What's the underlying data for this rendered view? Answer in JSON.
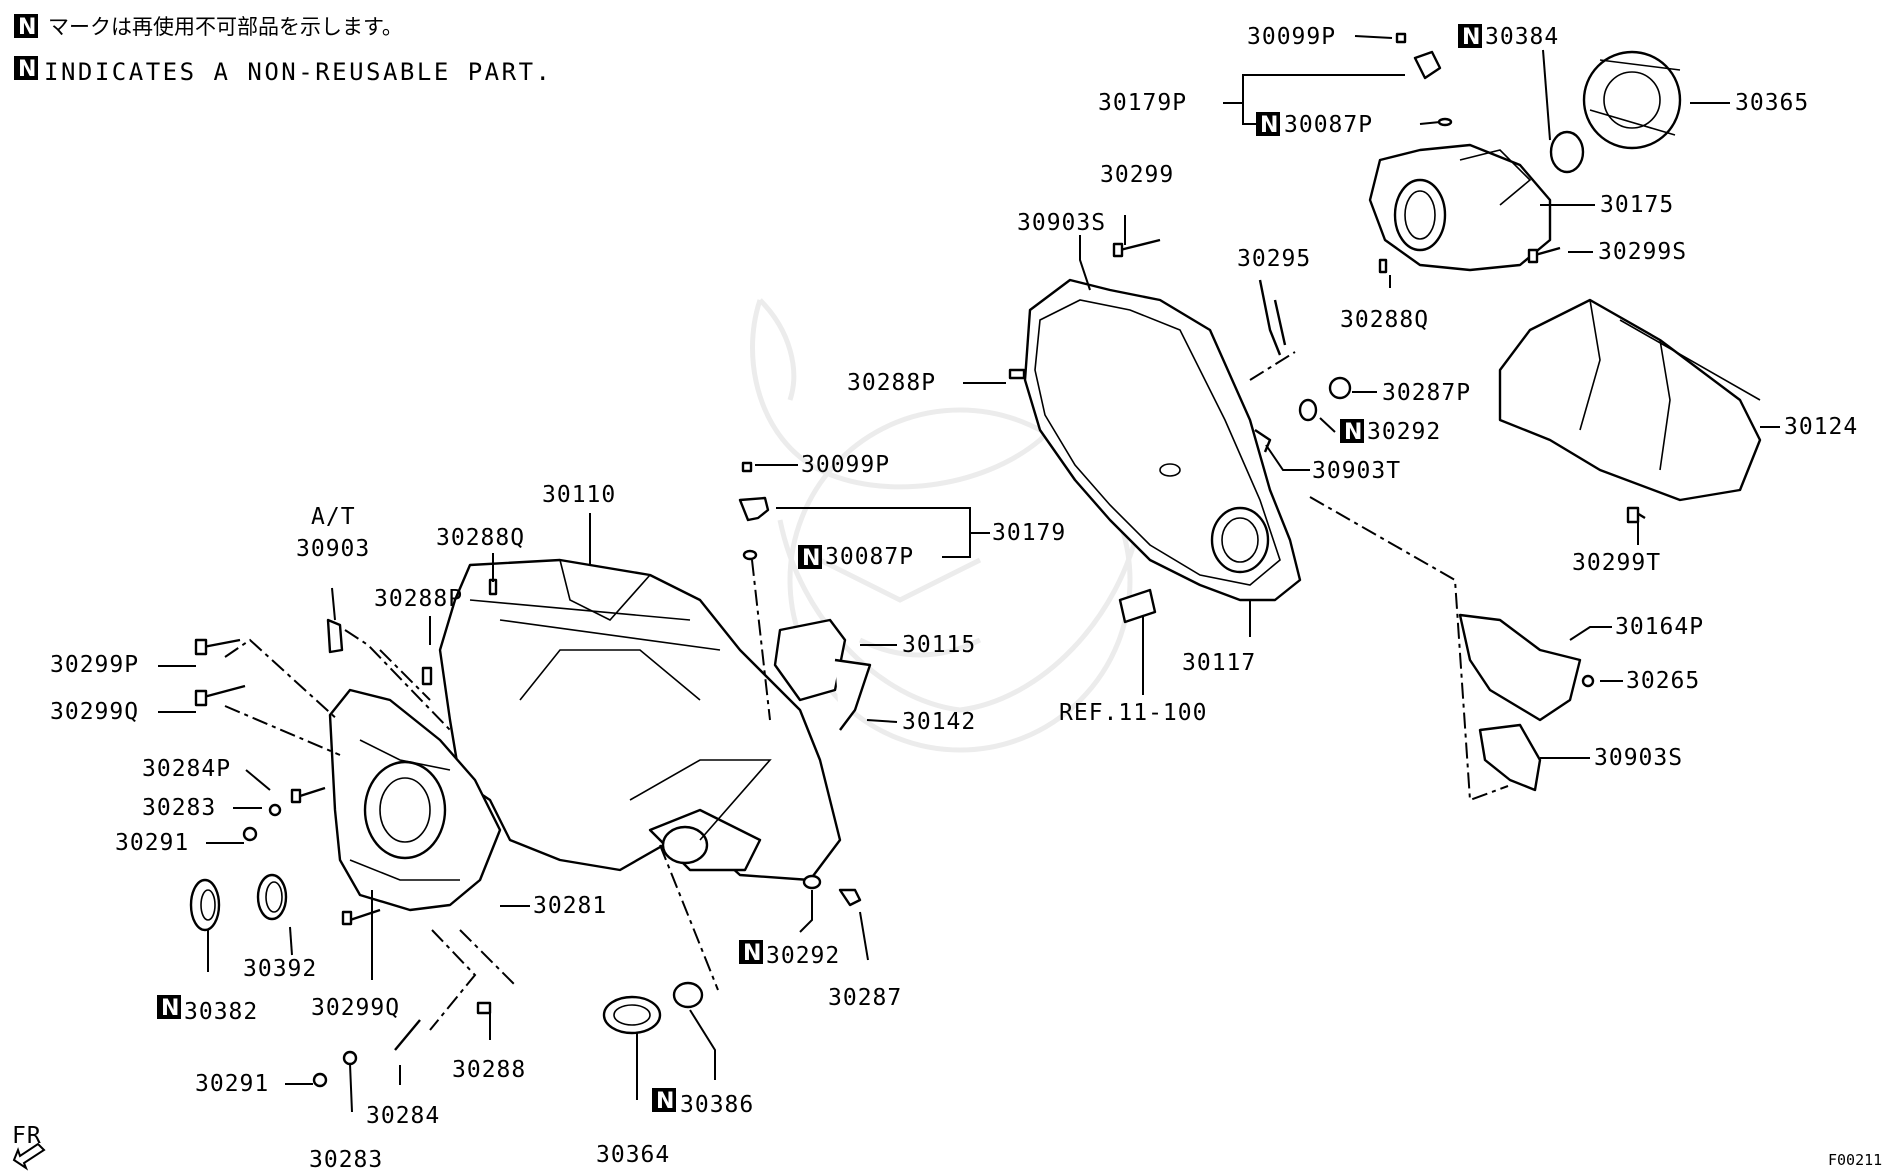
{
  "legend": {
    "badge": "N",
    "japanese": "マークは再使用不可部品を示します。",
    "english": "INDICATES A NON-REUSABLE PART."
  },
  "footer": {
    "code": "F00211",
    "direction": "FR"
  },
  "labels": {
    "l30099P_top": "30099P",
    "l30384": "30384",
    "l30365": "30365",
    "l30179P": "30179P",
    "l30087P_top": "30087P",
    "l30175": "30175",
    "l30299": "30299",
    "l30903S_top": "30903S",
    "l30299S": "30299S",
    "l30295": "30295",
    "l30288Q_top": "30288Q",
    "l30288P_top": "30288P",
    "l30287P": "30287P",
    "l30292_top": "30292",
    "l30124": "30124",
    "l30903T": "30903T",
    "l30099P_mid": "30099P",
    "l30110": "30110",
    "l30179": "30179",
    "l30087P_mid": "30087P",
    "l30288Q_mid": "30288Q",
    "lAT": "A/T",
    "l30903": "30903",
    "l30288P_mid": "30288P",
    "l30115": "30115",
    "l30142": "30142",
    "lREF": "REF.11-100",
    "l30117": "30117",
    "l30299T": "30299T",
    "l30164P": "30164P",
    "l30265": "30265",
    "l30903S_bot": "30903S",
    "l30299P": "30299P",
    "l30299Q_left": "30299Q",
    "l30284P": "30284P",
    "l30283_top": "30283",
    "l30291_top": "30291",
    "l30281": "30281",
    "l30392": "30392",
    "l30382": "30382",
    "l30299Q_bot": "30299Q",
    "l30292_bot": "30292",
    "l30287": "30287",
    "l30288": "30288",
    "l30386": "30386",
    "l30364": "30364",
    "l30291_bot": "30291",
    "l30284": "30284",
    "l30283_bot": "30283"
  },
  "colors": {
    "ink": "#000000",
    "watermark": "#ececec",
    "background": "#ffffff"
  }
}
